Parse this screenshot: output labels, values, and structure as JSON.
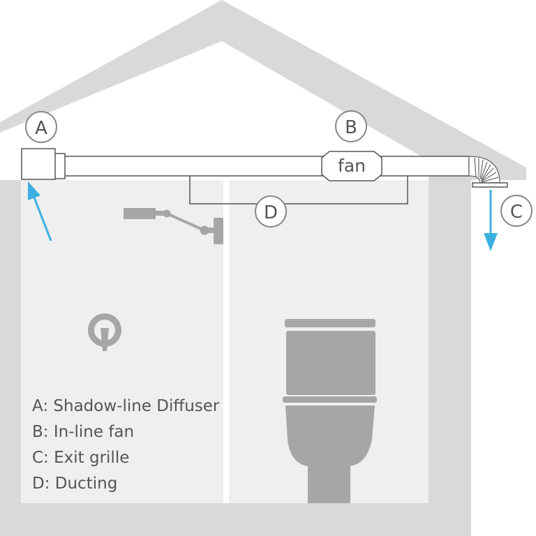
{
  "markers": {
    "a": "A",
    "b": "B",
    "c": "C",
    "d": "D"
  },
  "fan_label": "fan",
  "legend": {
    "a": "A: Shadow-line Diffuser",
    "b": "B:  In-line fan",
    "c": "C: Exit grille",
    "d": "D: Ducting"
  },
  "colors": {
    "house_wall": "#d9d9d9",
    "room_interior": "#efefef",
    "fixtures": "#a6a6a6",
    "airflow_arrow": "#3bb0e0",
    "duct_outline": "#555555"
  }
}
